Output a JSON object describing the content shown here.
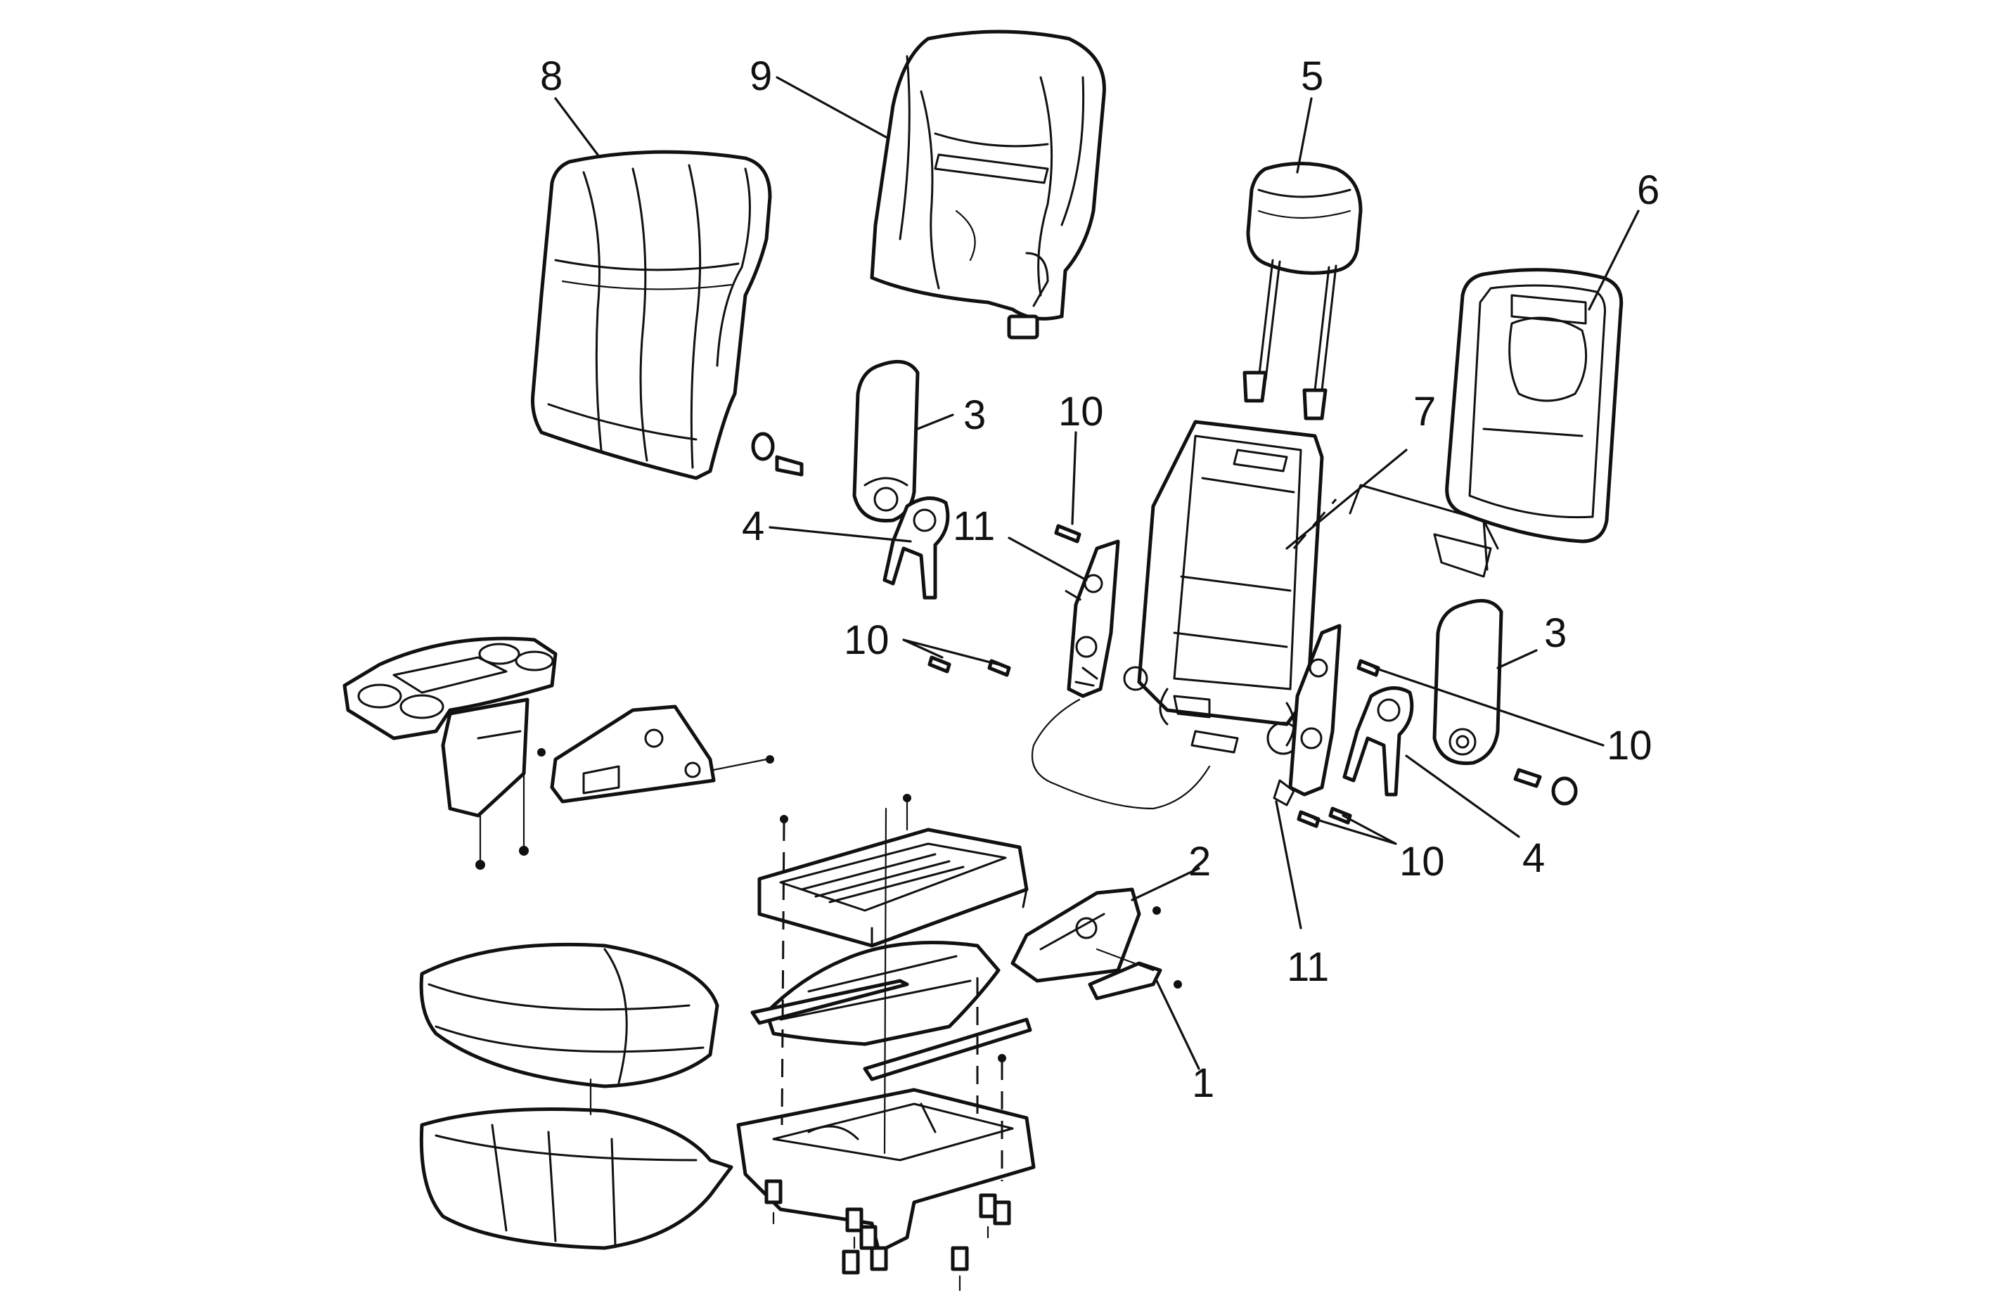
{
  "callouts": {
    "c8": "8",
    "c9": "9",
    "c5": "5",
    "c6": "6",
    "c7": "7",
    "c3_left": "3",
    "c3_right": "3",
    "c4_left": "4",
    "c4_right": "4",
    "c11_top": "11",
    "c11_bottom": "11",
    "c10_top": "10",
    "c10_left": "10",
    "c10_right": "10",
    "c10_bottom": "10",
    "c2": "2",
    "c1": "1"
  }
}
